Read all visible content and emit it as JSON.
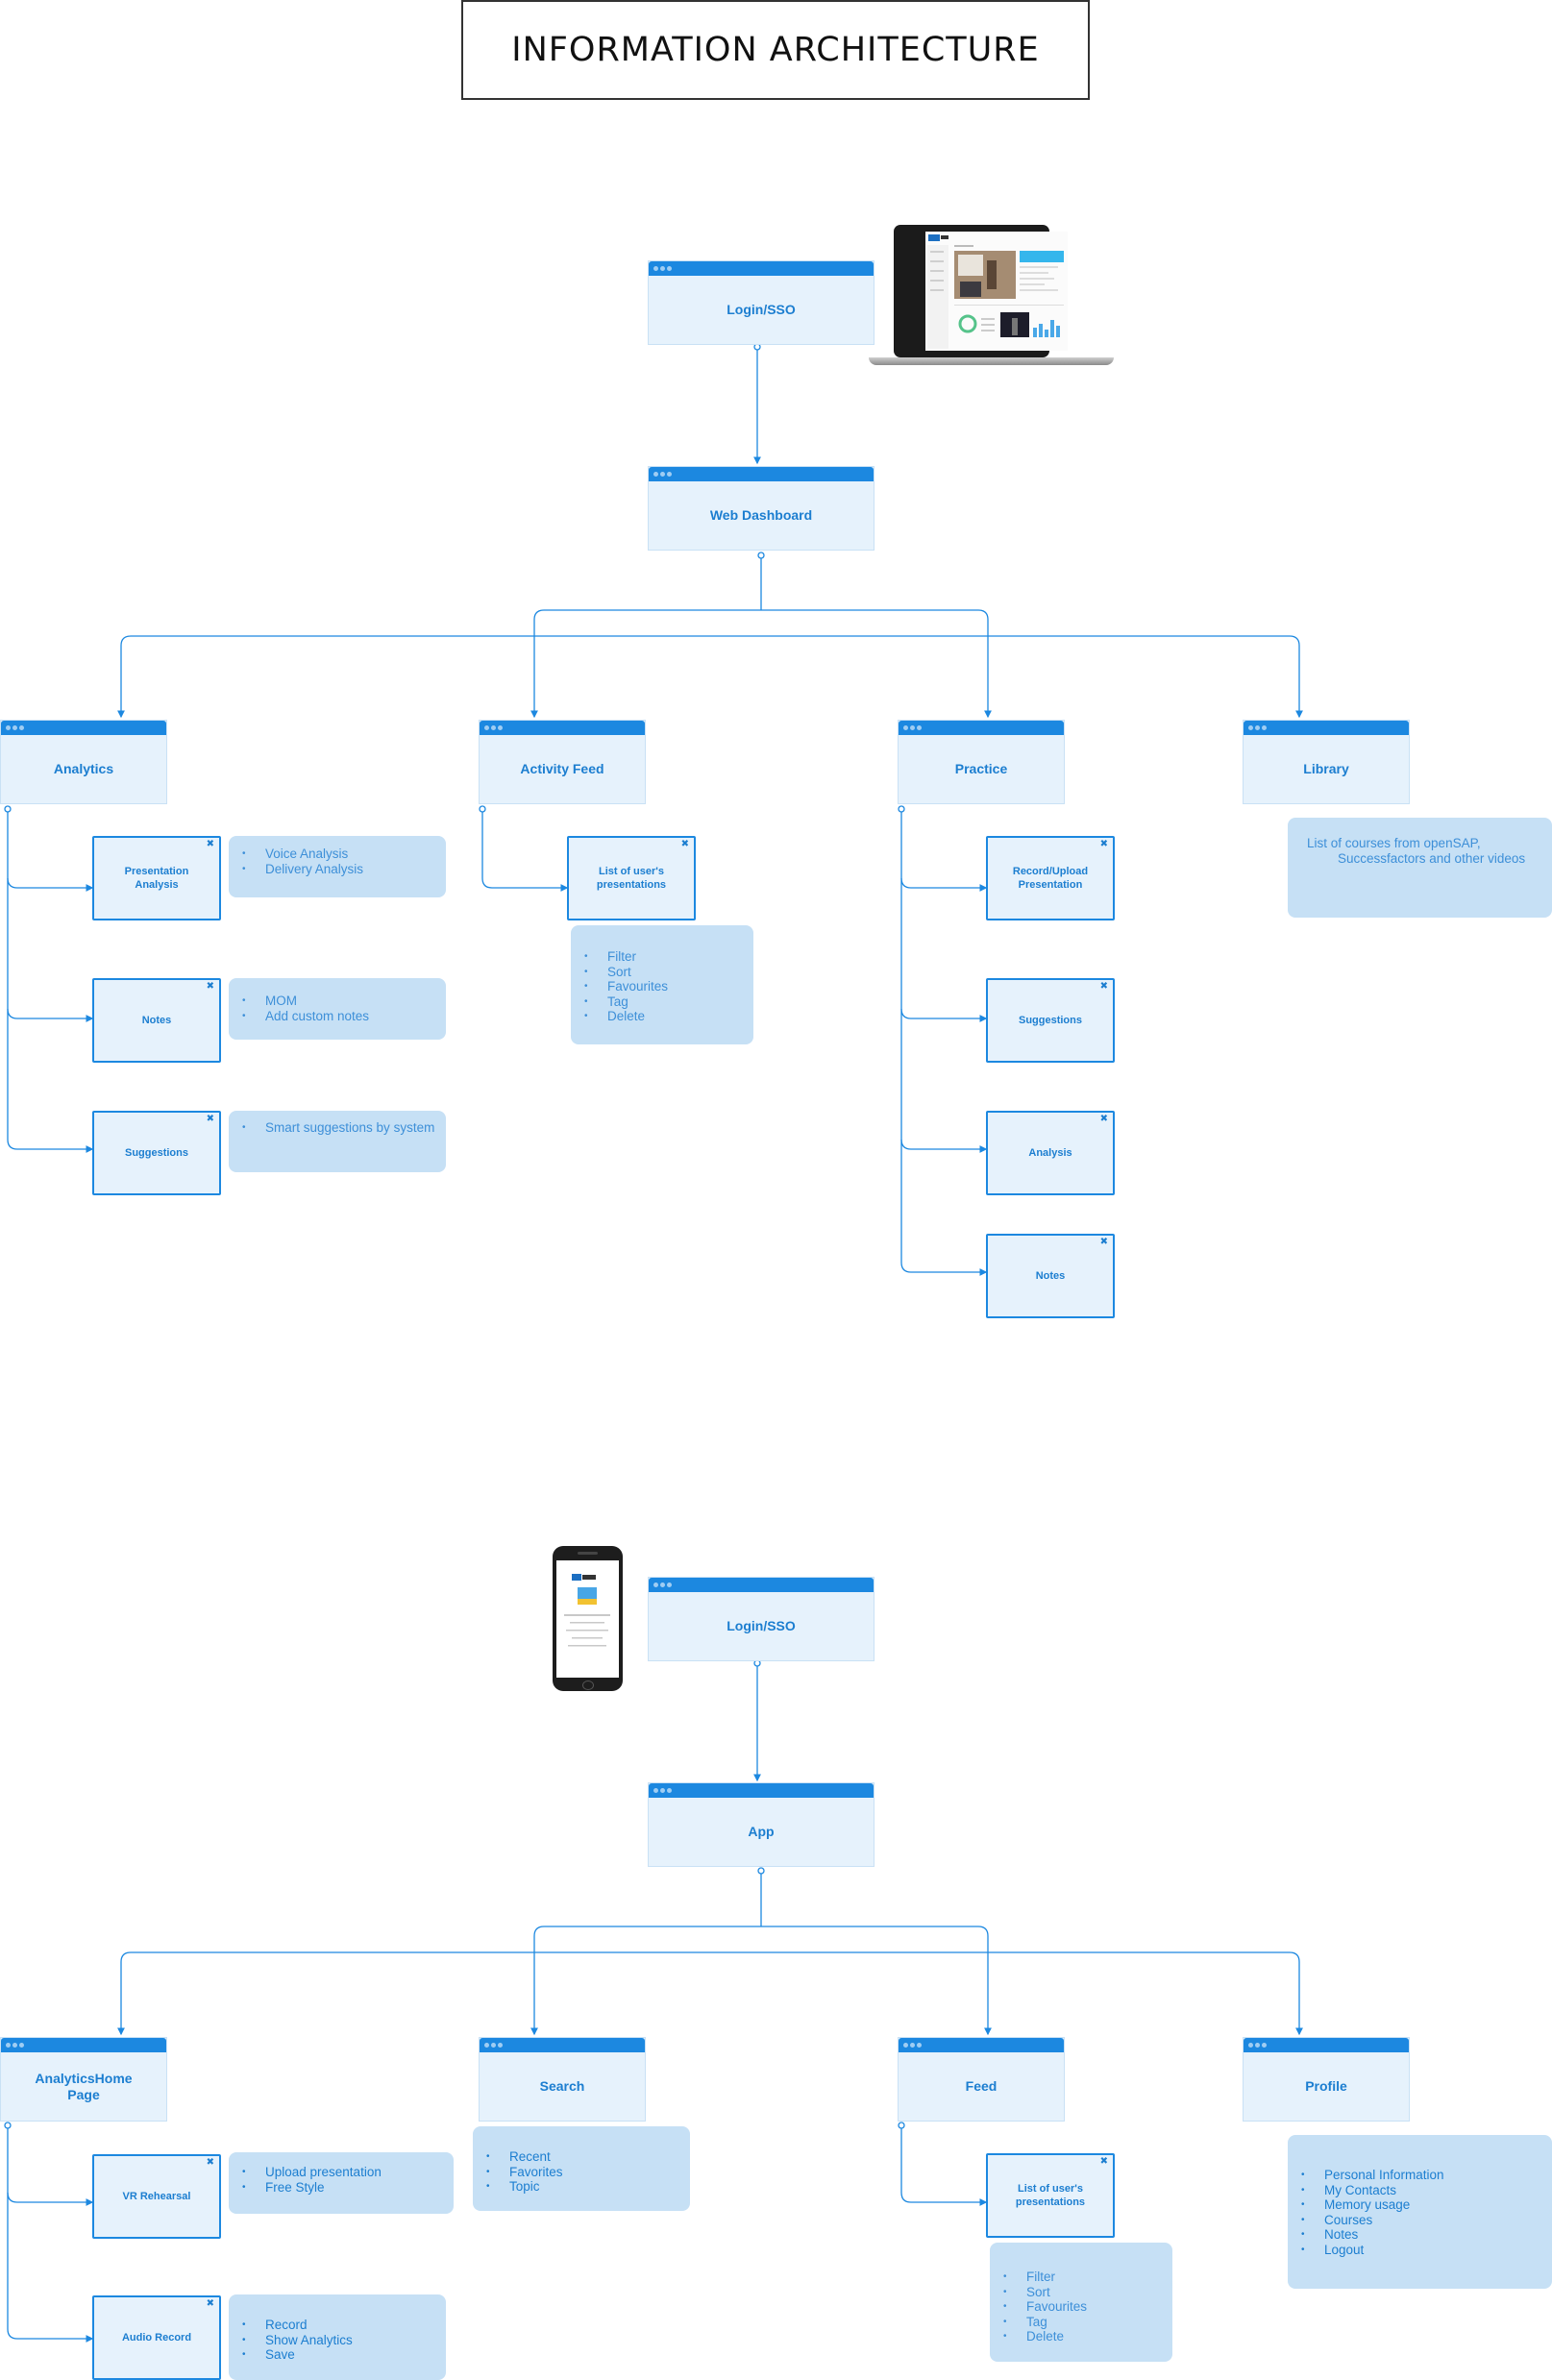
{
  "title": "INFORMATION ARCHITECTURE",
  "icons": {
    "device_top": "laptop-icon",
    "device_bottom": "smartphone-icon",
    "screen_marker": "pin-icon"
  },
  "colors": {
    "accent": "#1c88e0",
    "label": "#1c7ed0",
    "page_fill": "#e6f2fc",
    "note_fill": "#c6e0f5",
    "note_text": "#3d8fd8"
  },
  "web": {
    "login": "Login/SSO",
    "dashboard": "Web Dashboard",
    "analytics": {
      "label": "Analytics",
      "presentation": "Presentation Analysis",
      "presentation_notes": [
        "Voice Analysis",
        "Delivery Analysis"
      ],
      "notes": "Notes",
      "notes_notes": [
        "MOM",
        "Add custom notes"
      ],
      "suggestions": "Suggestions",
      "suggestions_notes": [
        "Smart suggestions by system"
      ]
    },
    "activity_feed": {
      "label": "Activity Feed",
      "list": "List of user's presentations",
      "list_notes": [
        "Filter",
        "Sort",
        "Favourites",
        "Tag",
        "Delete"
      ]
    },
    "practice": {
      "label": "Practice",
      "record": "Record/Upload Presentation",
      "suggestions": "Suggestions",
      "analysis": "Analysis",
      "notes": "Notes"
    },
    "library": {
      "label": "Library",
      "note_line1": "List of courses from openSAP,",
      "note_line2": "Successfactors and other videos"
    }
  },
  "app": {
    "login": "Login/SSO",
    "home": "App",
    "analytics_home": {
      "label": "AnalyticsHome Page",
      "vr": "VR Rehearsal",
      "vr_notes": [
        "Upload presentation",
        "Free Style"
      ],
      "audio": "Audio Record",
      "audio_notes": [
        "Record",
        "Show Analytics",
        "Save"
      ]
    },
    "search": {
      "label": "Search",
      "notes": [
        "Recent",
        "Favorites",
        "Topic"
      ]
    },
    "feed": {
      "label": "Feed",
      "list": "List of user's presentations",
      "list_notes": [
        "Filter",
        "Sort",
        "Favourites",
        "Tag",
        "Delete"
      ]
    },
    "profile": {
      "label": "Profile",
      "notes": [
        "Personal Information",
        "My Contacts",
        "Memory usage",
        "Courses",
        "Notes",
        "Logout"
      ]
    }
  }
}
